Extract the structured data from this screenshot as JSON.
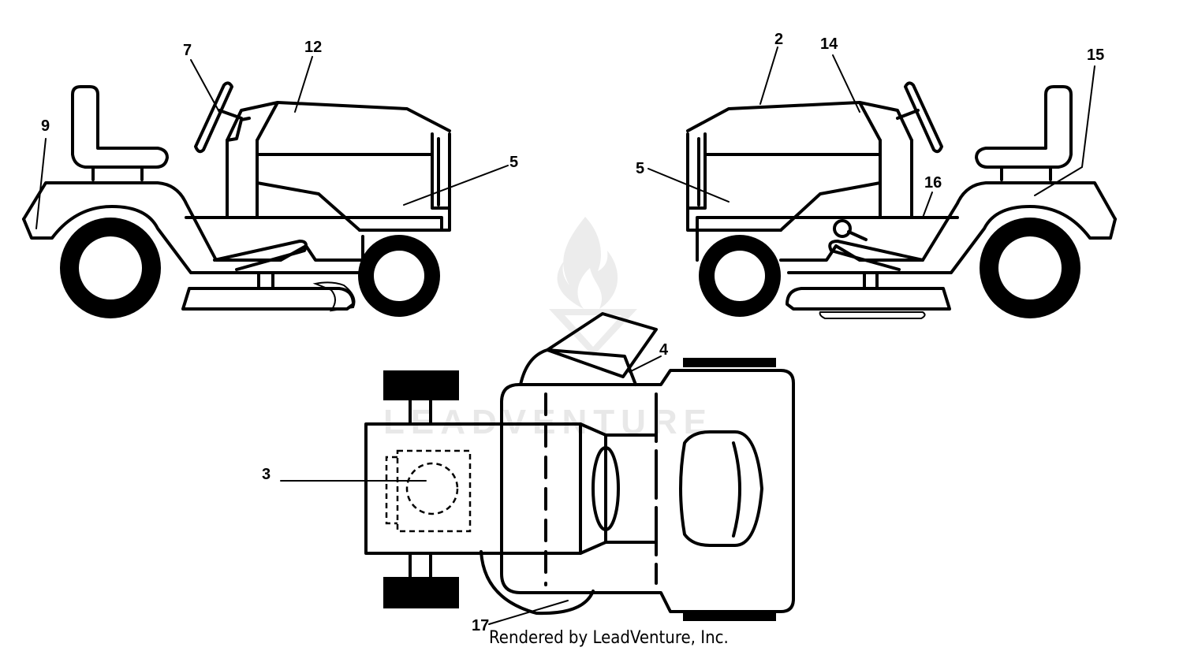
{
  "watermark": {
    "text": "LEADVENTURE"
  },
  "callouts": [
    {
      "id": "7",
      "label": "7"
    },
    {
      "id": "12",
      "label": "12"
    },
    {
      "id": "9",
      "label": "9"
    },
    {
      "id": "5a",
      "label": "5"
    },
    {
      "id": "2",
      "label": "2"
    },
    {
      "id": "14",
      "label": "14"
    },
    {
      "id": "15",
      "label": "15"
    },
    {
      "id": "5b",
      "label": "5"
    },
    {
      "id": "16",
      "label": "16"
    },
    {
      "id": "4",
      "label": "4"
    },
    {
      "id": "3",
      "label": "3"
    },
    {
      "id": "17",
      "label": "17"
    }
  ],
  "credit": "Rendered by LeadVenture, Inc."
}
